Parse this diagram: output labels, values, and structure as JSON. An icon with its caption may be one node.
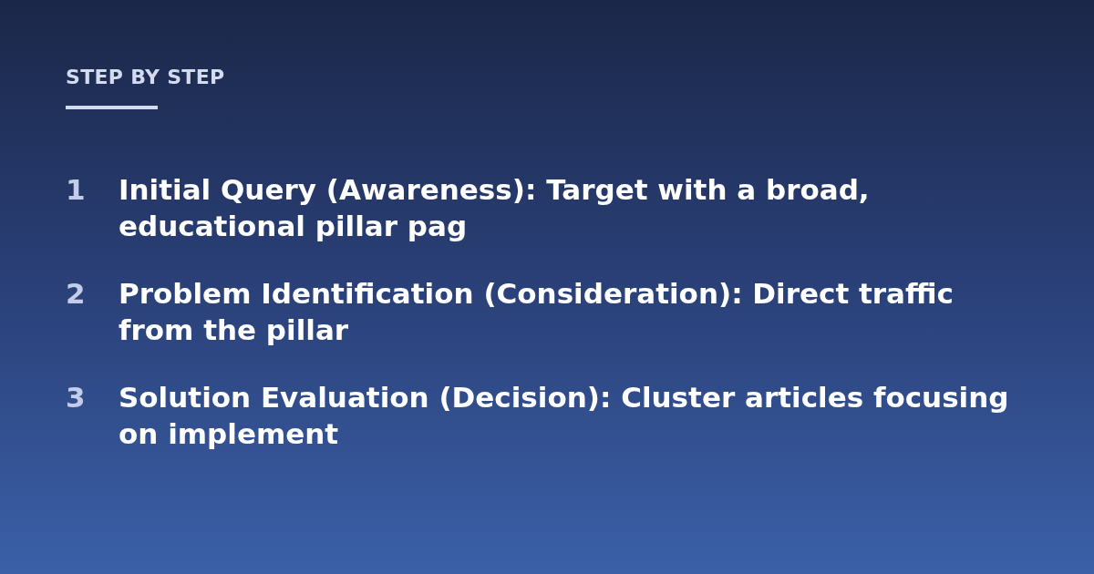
{
  "diagram": {
    "title": "STEP BY STEP",
    "labels": [
      "1",
      "Initial Query (Awareness): Target with a broad, educational pillar pag",
      "2",
      "Problem Identification (Consideration): Direct traffic from the pillar",
      "3",
      "Solution Evaluation (Decision): Cluster articles focusing on implement"
    ]
  }
}
